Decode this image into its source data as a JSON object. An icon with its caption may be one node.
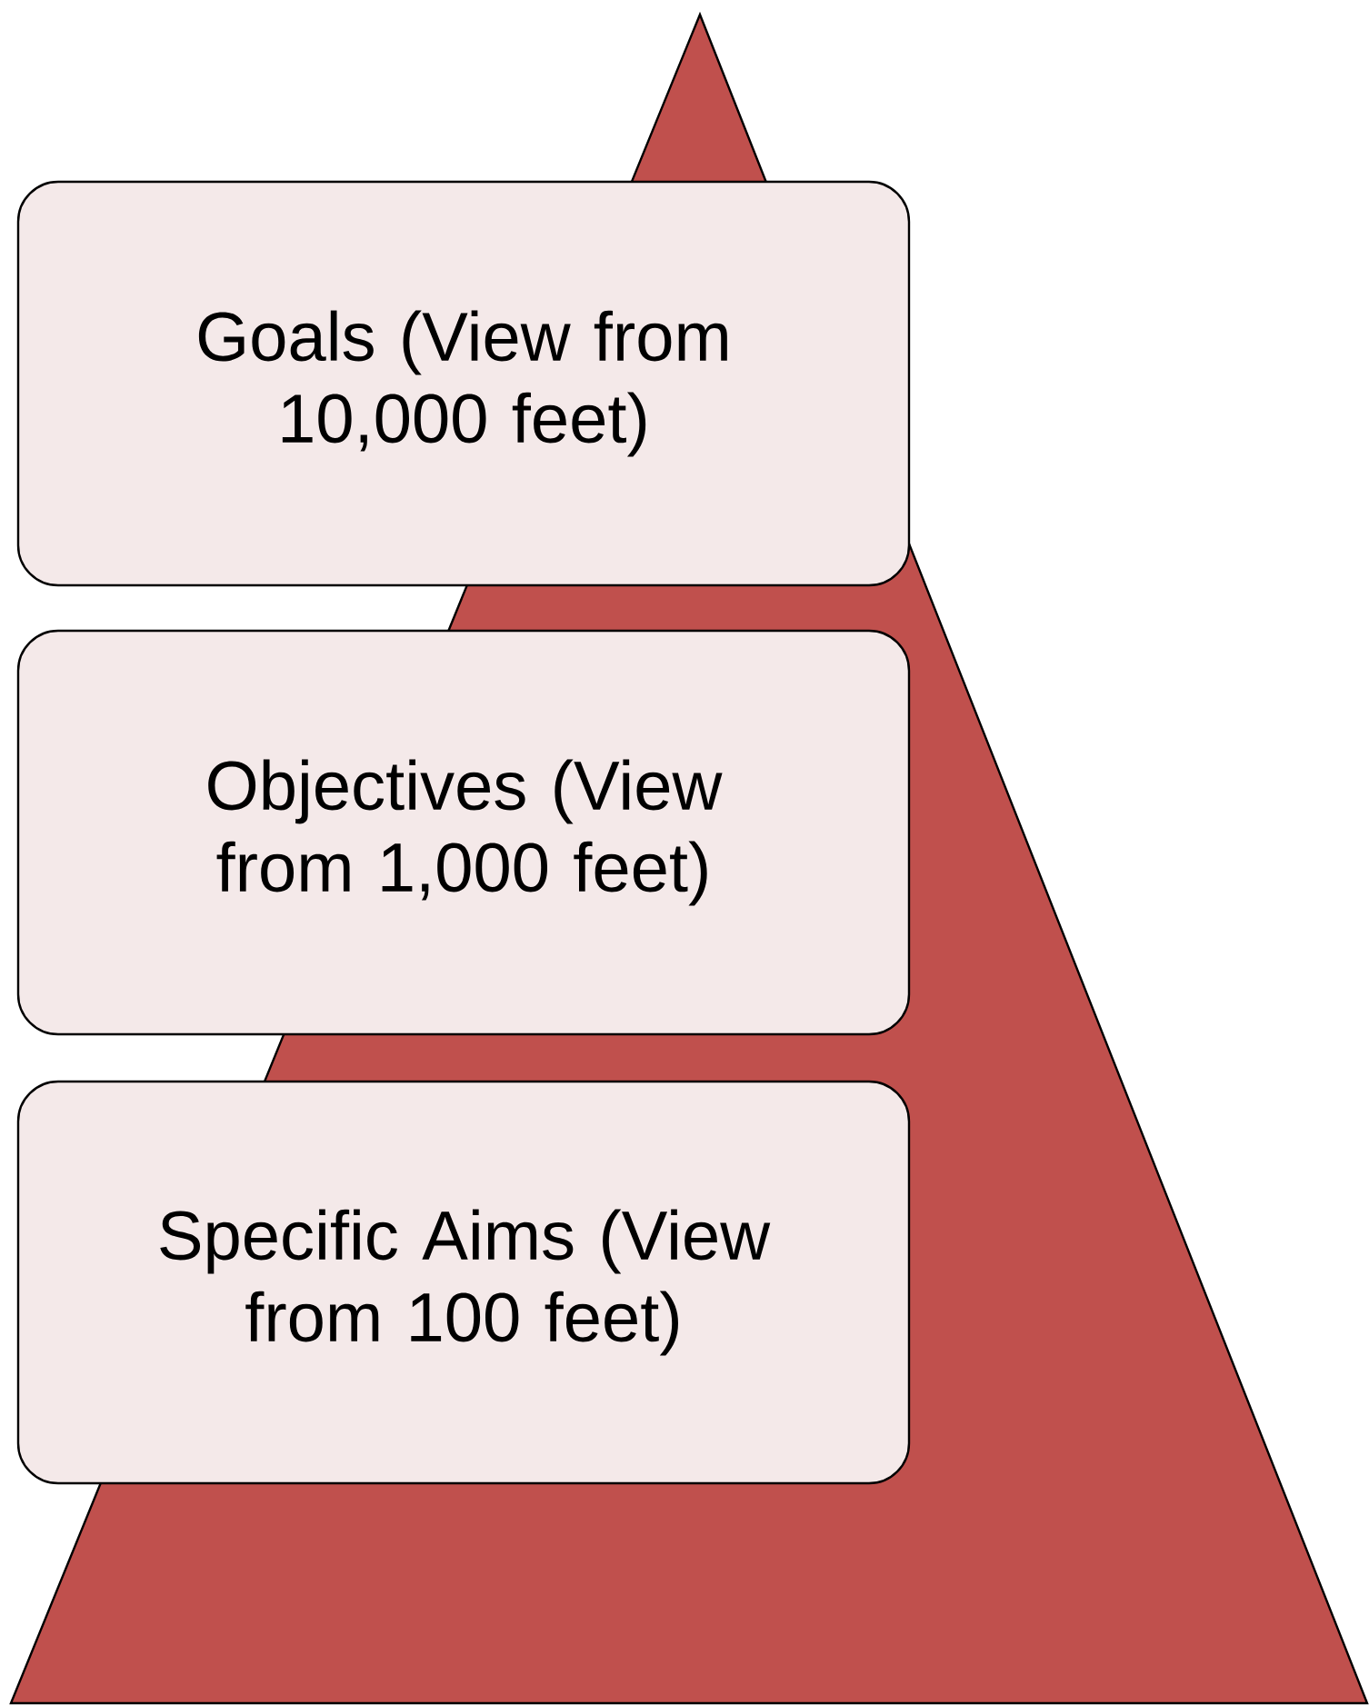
{
  "diagram": {
    "nodes": [
      {
        "text": [
          "Goals (View from 10,000 feet)"
        ]
      },
      {
        "text": [
          "Objectives (View from 1,000 feet)"
        ]
      },
      {
        "text": [
          "Specific Aims (View from 100 feet)"
        ]
      }
    ]
  }
}
